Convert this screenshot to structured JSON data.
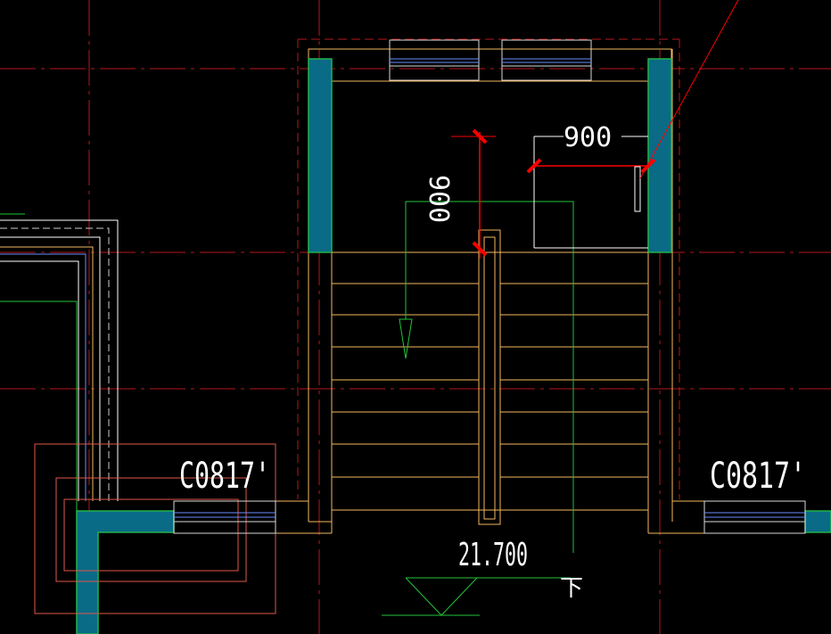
{
  "drawing": {
    "window_label_left": "C0817'",
    "window_label_right": "C0817'",
    "dim_horizontal": "900",
    "dim_vertical": "900",
    "elevation_value": "21.700",
    "direction_mark": "下"
  },
  "colors": {
    "background": "#000000",
    "grid_axis": "#b3181c",
    "wall_fill": "#0a6b86",
    "wall_edge": "#22b24c",
    "stair_line": "#f5b85e",
    "window_line": "#d9d9d9",
    "dimension_mark": "#ff0000",
    "text": "#ffffff",
    "arrow": "#22c43a"
  }
}
